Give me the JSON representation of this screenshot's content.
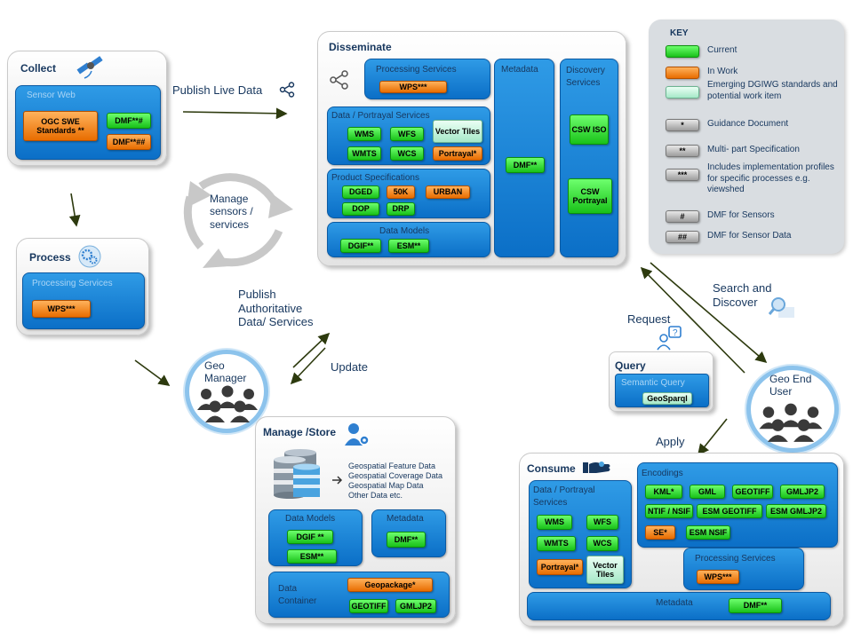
{
  "collect": {
    "title": "Collect",
    "sensor_web": {
      "title": "Sensor Web",
      "ogc_swe": "OGC SWE Standards **",
      "dmf1": "DMF**#",
      "dmf2": "DMF**##"
    }
  },
  "process": {
    "title": "Process",
    "box_title": "Processing Services",
    "wps": "WPS***"
  },
  "disseminate": {
    "title": "Disseminate",
    "processing": {
      "title": "Processing Services",
      "wps": "WPS***"
    },
    "data_portrayal": {
      "title": "Data / Portrayal Services",
      "wms": "WMS",
      "wfs": "WFS",
      "vector_tiles": "Vector Tiles",
      "wmts": "WMTS",
      "wcs": "WCS",
      "portrayal": "Portrayal*"
    },
    "product_specs": {
      "title": "Product Specifications",
      "dged": "DGED",
      "k50": "50K",
      "urban": "URBAN",
      "dop": "DOP",
      "drp": "DRP"
    },
    "data_models": {
      "title": "Data Models",
      "dgif": "DGIF**",
      "esm": "ESM**"
    },
    "metadata": {
      "title": "Metadata",
      "dmf": "DMF**"
    },
    "discovery": {
      "title": "Discovery Services",
      "csw_iso": "CSW ISO",
      "csw_portrayal": "CSW Portrayal"
    }
  },
  "key": {
    "title": "KEY",
    "items": [
      {
        "chip": "",
        "style": "g",
        "label": "Current"
      },
      {
        "chip": "",
        "style": "o",
        "label": "In Work"
      },
      {
        "chip": "",
        "style": "t",
        "label": "Emerging DGIWG standards and potential work item"
      },
      {
        "chip": "*",
        "style": "gr",
        "label": "Guidance Document"
      },
      {
        "chip": "**",
        "style": "gr",
        "label": "Multi- part Specification"
      },
      {
        "chip": "***",
        "style": "gr",
        "label": "Includes implementation profiles for specific processes e.g. viewshed"
      },
      {
        "chip": "#",
        "style": "gr",
        "label": "DMF  for Sensors"
      },
      {
        "chip": "##",
        "style": "gr",
        "label": "DMF  for Sensor Data"
      }
    ]
  },
  "labels": {
    "publish_live": "Publish Live Data",
    "manage_sensors": "Manage sensors / services",
    "publish_auth": "Publish Authoritative Data/ Services",
    "update": "Update",
    "geo_manager": "Geo Manager",
    "search_discover": "Search and Discover",
    "request": "Request",
    "geo_end_user": "Geo End User",
    "apply": "Apply"
  },
  "query": {
    "title": "Query",
    "box_title": "Semantic Query",
    "geosparql": "GeoSparql"
  },
  "manage_store": {
    "title": "Manage /Store",
    "db_lines": [
      "Geospatial Feature Data",
      "Geospatial Coverage Data",
      "Geospatial Map Data",
      "Other Data etc."
    ],
    "data_models": {
      "title": "Data Models",
      "dgif": "DGIF **",
      "esm": "ESM**"
    },
    "metadata": {
      "title": "Metadata",
      "dmf": "DMF**"
    },
    "data_container": {
      "title": "Data Container",
      "geopackage": "Geopackage*",
      "geotiff": "GEOTIFF",
      "gmljp2": "GMLJP2"
    }
  },
  "consume": {
    "title": "Consume",
    "data_portrayal": {
      "title": "Data / Portrayal Services",
      "wms": "WMS",
      "wfs": "WFS",
      "wmts": "WMTS",
      "wcs": "WCS",
      "portrayal": "Portrayal*",
      "vector_tiles": "Vector Tiles"
    },
    "encodings": {
      "title": "Encodings",
      "kml": "KML*",
      "gml": "GML",
      "geotiff": "GEOTIFF",
      "gmljp2": "GMLJP2",
      "ntif": "NTIF / NSIF",
      "esm_geotiff": "ESM GEOTIFF",
      "esm_gmljp2": "ESM GMLJP2",
      "se": "SE*",
      "esm_nsif": "ESM NSIF"
    },
    "processing": {
      "title": "Processing Services",
      "wps": "WPS***"
    },
    "metadata": {
      "title": "Metadata",
      "dmf": "DMF**"
    }
  }
}
